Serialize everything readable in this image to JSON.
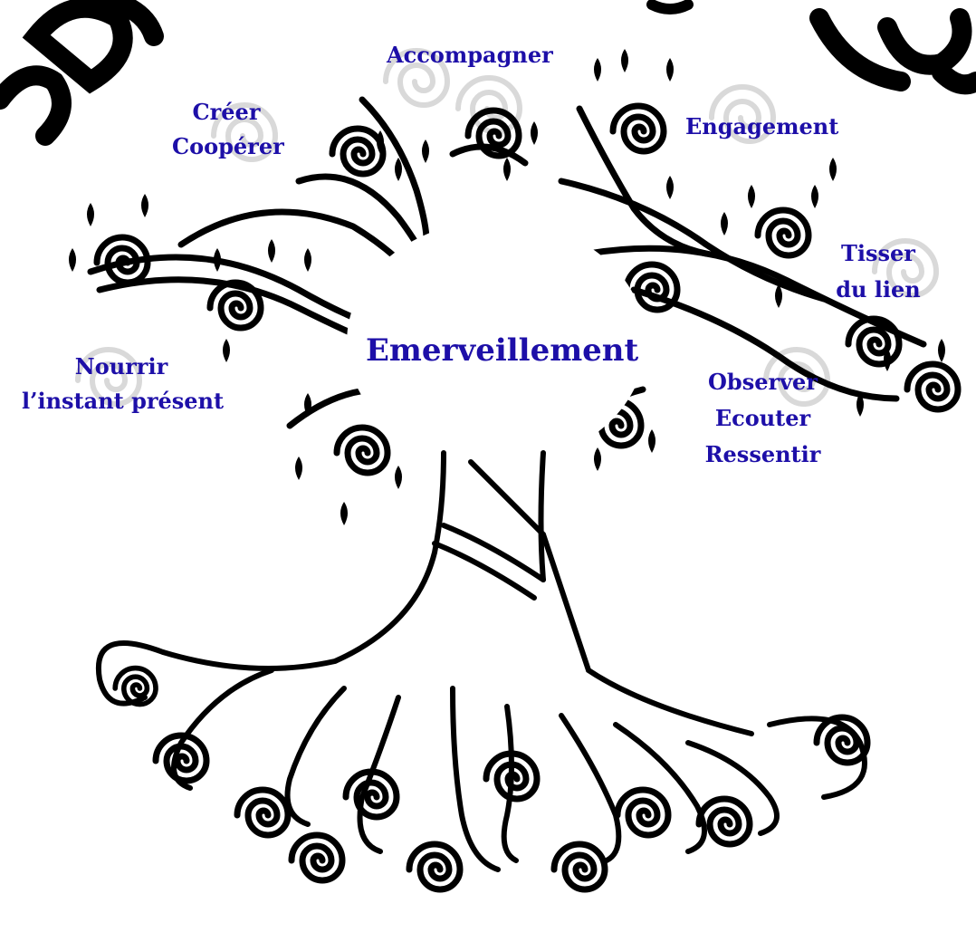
{
  "colors": {
    "label": "#1d0fa8",
    "ink": "#000000",
    "ghost": "#d9d9d9",
    "background": "#ffffff"
  },
  "labels": {
    "center": "Emerveillement",
    "accompagner": "Accompagner",
    "creer": "Créer",
    "cooperer": "Coopérer",
    "engagement": "Engagement",
    "tisser": "Tisser",
    "du_lien": "du lien",
    "nourrir": "Nourrir",
    "instant_present": "l’instant présent",
    "observer": "Observer",
    "ecouter": "Ecouter",
    "ressentir": "Ressentir"
  },
  "icons": {
    "tree": "swirl-tree-illustration",
    "corner_lettering": "decorative-lettering-fragments"
  }
}
